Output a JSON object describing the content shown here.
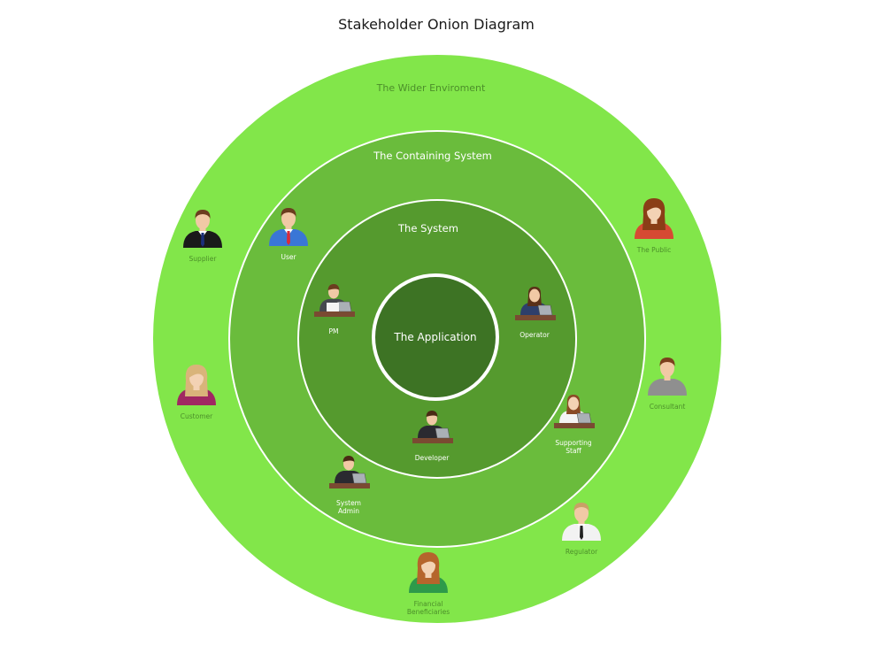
{
  "title": "Stakeholder Onion Diagram",
  "colors": {
    "wider": "#82e64a",
    "containing": "#6abc3c",
    "system": "#559a2e",
    "application": "#3d7324",
    "ring_stroke": "#ffffff",
    "wider_text": "#4c8f2a",
    "inner_text": "#ffffff"
  },
  "rings": [
    {
      "id": "wider",
      "label": "The Wider Enviroment"
    },
    {
      "id": "containing",
      "label": "The Containing System"
    },
    {
      "id": "system",
      "label": "The System"
    },
    {
      "id": "application",
      "label": "The Application"
    }
  ],
  "stakeholders": [
    {
      "id": "supplier",
      "label": [
        "Supplier"
      ],
      "ring": "wider",
      "icon": "man-suit-icon"
    },
    {
      "id": "the-public",
      "label": [
        "The Public"
      ],
      "ring": "wider",
      "icon": "woman-red-icon"
    },
    {
      "id": "customer",
      "label": [
        "Customer"
      ],
      "ring": "wider",
      "icon": "woman-blonde-icon"
    },
    {
      "id": "consultant",
      "label": [
        "Consultant"
      ],
      "ring": "wider",
      "icon": "man-gray-icon"
    },
    {
      "id": "regulator",
      "label": [
        "Regulator"
      ],
      "ring": "wider",
      "icon": "man-white-shirt-icon"
    },
    {
      "id": "financial-beneficiaries",
      "label": [
        "Financial",
        "Beneficiaries"
      ],
      "ring": "wider",
      "icon": "woman-green-icon"
    },
    {
      "id": "user",
      "label": [
        "User"
      ],
      "ring": "containing",
      "icon": "man-blue-shirt-icon"
    },
    {
      "id": "supporting-staff",
      "label": [
        "Supporting",
        "Staff"
      ],
      "ring": "containing",
      "icon": "woman-computer-icon"
    },
    {
      "id": "system-admin",
      "label": [
        "System",
        "Admin"
      ],
      "ring": "containing",
      "icon": "man-desk-laptop-icon"
    },
    {
      "id": "pm",
      "label": [
        "PM"
      ],
      "ring": "system",
      "icon": "man-reading-icon"
    },
    {
      "id": "operator",
      "label": [
        "Operator"
      ],
      "ring": "system",
      "icon": "woman-laptop-icon"
    },
    {
      "id": "developer",
      "label": [
        "Developer"
      ],
      "ring": "system",
      "icon": "man-desk-laptop-icon"
    }
  ]
}
